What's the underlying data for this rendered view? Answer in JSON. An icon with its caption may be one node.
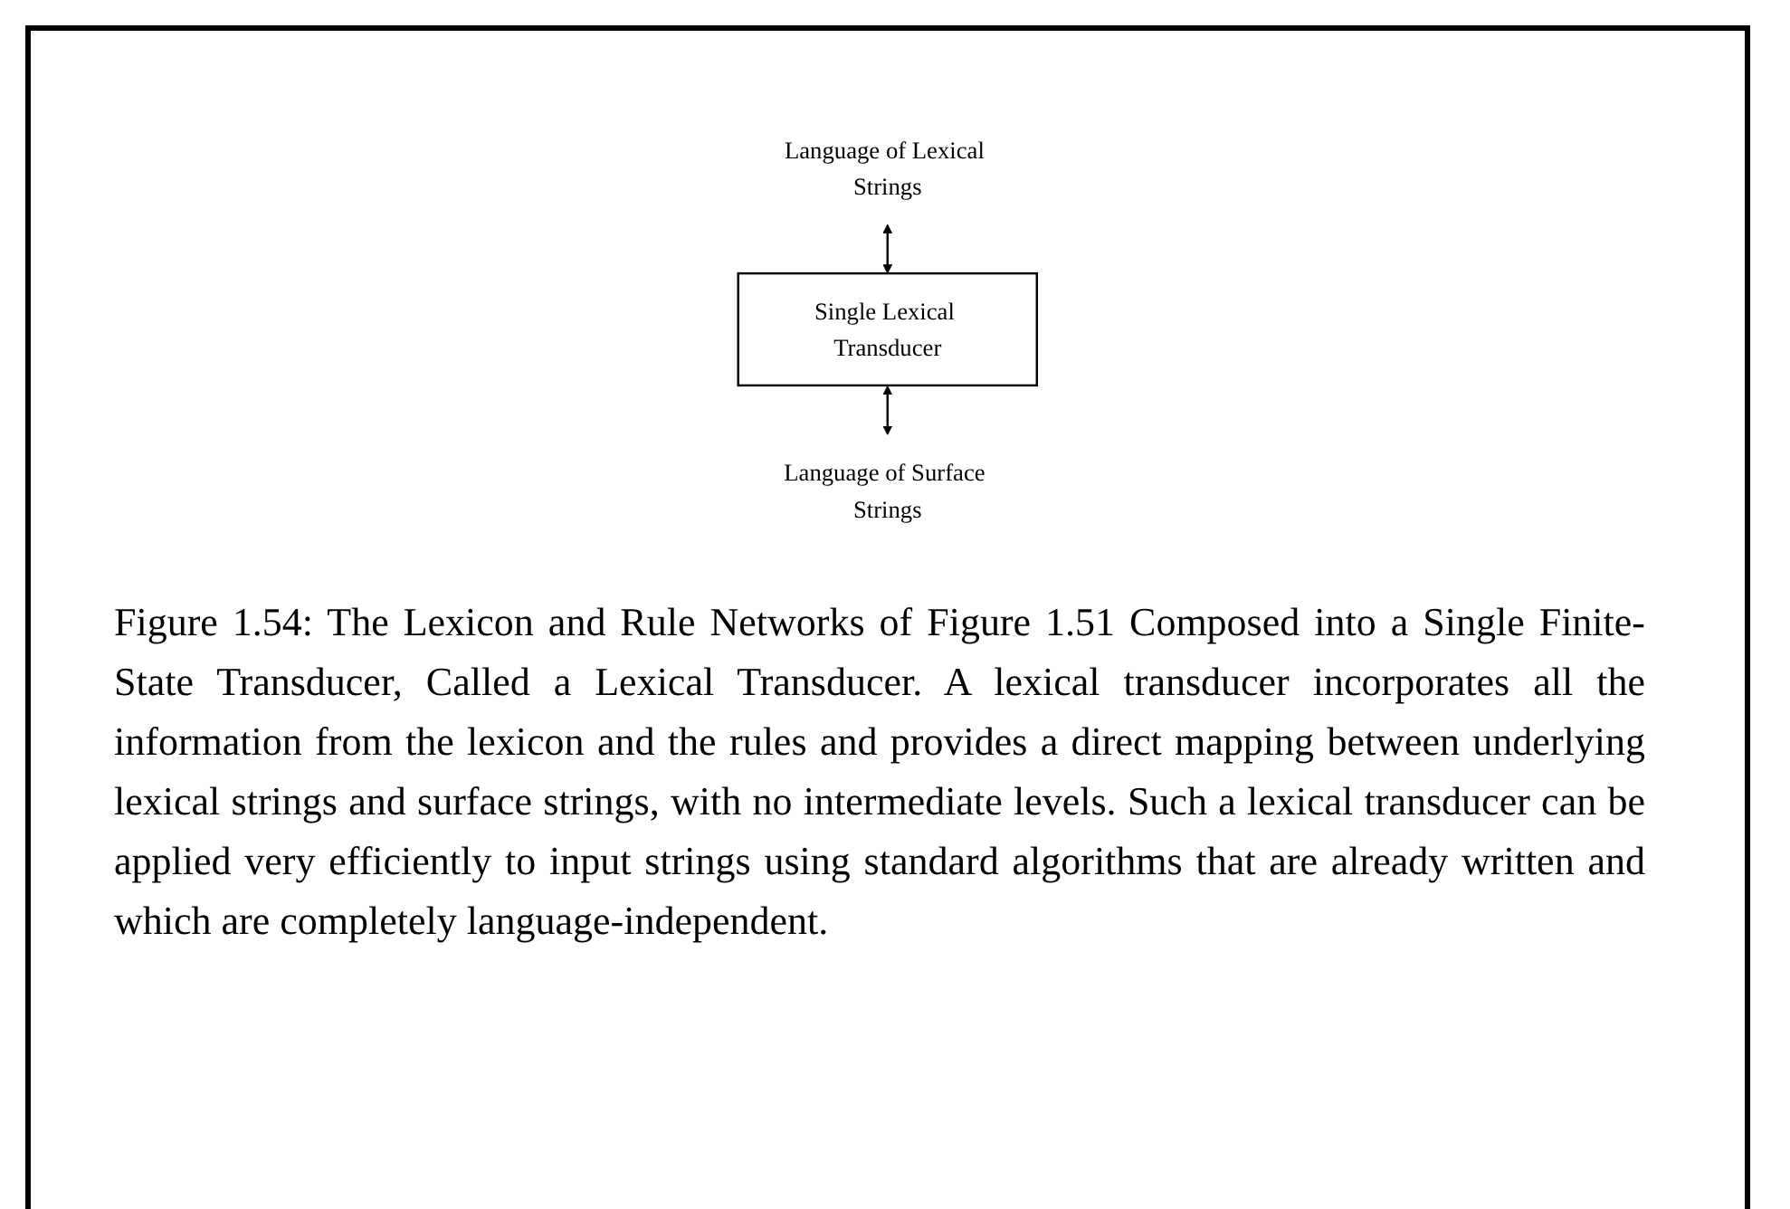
{
  "diagram": {
    "caption": "Figure 1.54: The Lexicon and Rule Networks of Figure 1.51 Composed into a Single Finite-State Transducer, Called a Lexical Transducer. A lexical transducer incorporates all the information from the lexicon and the rules and provides a direct mapping between underlying lexical strings and surface strings, with no intermediate levels. Such a lexical transducer can be applied very efficiently to input strings using standard algorithms that are already written and which are completely language-independent.",
    "nodes": [
      {
        "text": [
          "Language of Lexical Strings"
        ]
      },
      {
        "text": [
          "Single Lexical Transducer"
        ]
      },
      {
        "text": [
          "Language of Surface Strings"
        ]
      }
    ],
    "edges": [
      {
        "from": 0,
        "to": 1,
        "arrow": "both"
      },
      {
        "from": 1,
        "to": 2,
        "arrow": "both"
      }
    ]
  }
}
